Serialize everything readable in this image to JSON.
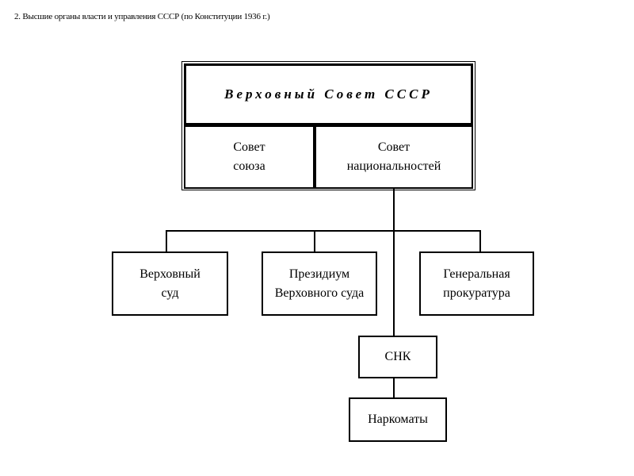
{
  "caption": "2. Высшие органы власти и управления СССР (по Конституции 1936 г.)",
  "nodes": {
    "supreme_soviet": "Верховный Совет СССР",
    "soviet_of_union": "Совет\nсоюза",
    "soviet_of_nationalities": "Совет\nнациональностей",
    "supreme_court": "Верховный\nсуд",
    "presidium": "Президиум\nВерховного суда",
    "prosecutor_general": "Генеральная\nпрокуратура",
    "snk": "СНК",
    "commissariats": "Наркоматы"
  },
  "colors": {
    "line": "#000000",
    "background": "#ffffff"
  }
}
